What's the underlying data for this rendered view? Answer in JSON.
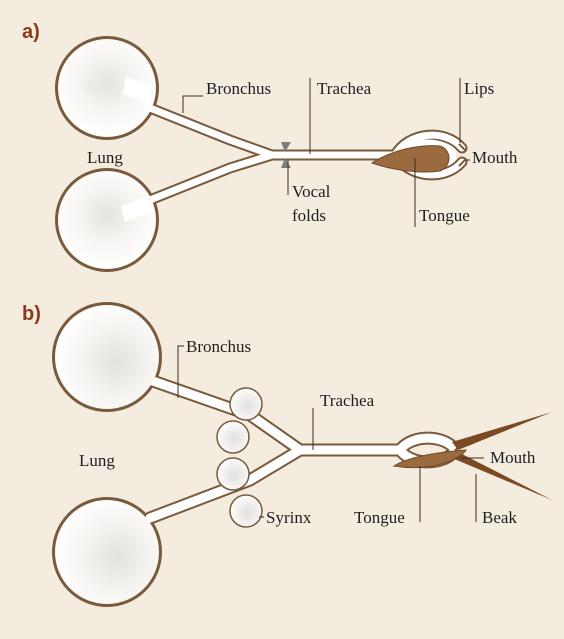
{
  "panels": [
    {
      "id": "a",
      "label": "a)",
      "labels": {
        "bronchus": "Bronchus",
        "trachea": "Trachea",
        "lips": "Lips",
        "lung": "Lung",
        "mouth": "Mouth",
        "vocal_folds_line1": "Vocal",
        "vocal_folds_line2": "folds",
        "tongue": "Tongue"
      }
    },
    {
      "id": "b",
      "label": "b)",
      "labels": {
        "bronchus": "Bronchus",
        "trachea": "Trachea",
        "lung": "Lung",
        "mouth": "Mouth",
        "syrinx": "Syrinx",
        "tongue": "Tongue",
        "beak": "Beak"
      }
    }
  ],
  "colors": {
    "background": "#f3ecdf",
    "outline": "#7a5a3c",
    "tongue": "#9b6a3e",
    "beak": "#7a4a22",
    "lung_fill": "#f7f5f1",
    "vocal_folds": "#7d7d7d"
  }
}
